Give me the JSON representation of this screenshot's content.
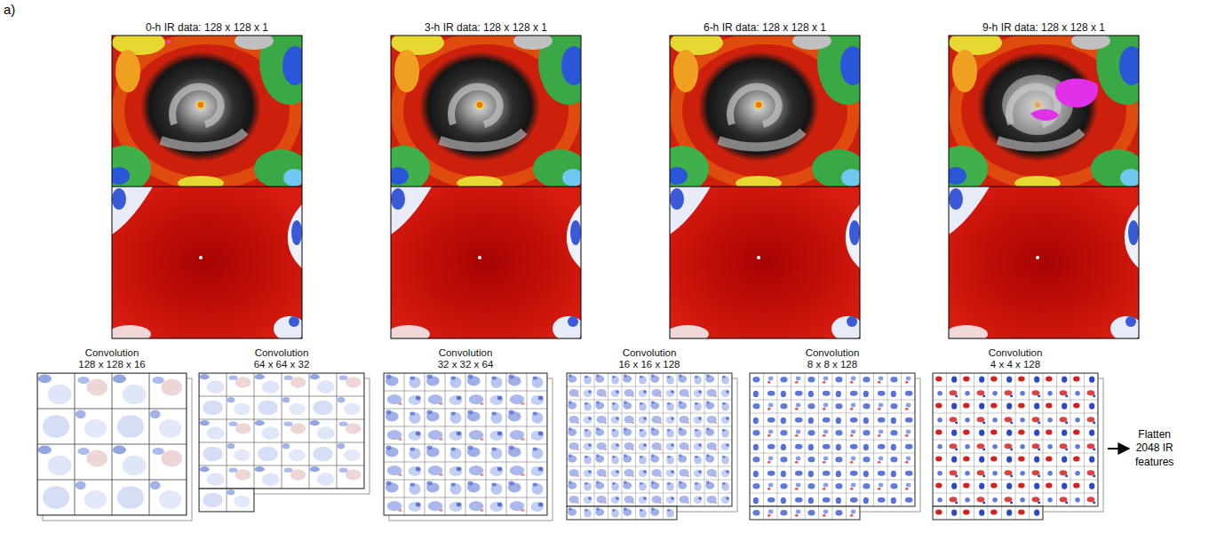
{
  "diagram": {
    "nodes": [
      {
        "text": [
          "0-h IR data: 128 x 128 x 1"
        ]
      },
      {
        "text": [
          "3-h IR data: 128 x 128 x 1"
        ]
      },
      {
        "text": [
          "6-h IR data: 128 x 128 x 1"
        ]
      },
      {
        "text": [
          "9-h IR data: 128 x 128 x 1"
        ]
      },
      {
        "text": [
          "Convolution",
          "128 x 128 x 16"
        ]
      },
      {
        "text": [
          "Convolution",
          "64 x 64 x 32"
        ]
      },
      {
        "text": [
          "Convolution",
          "32 x 32 x 64"
        ]
      },
      {
        "text": [
          "Convolution",
          "16 x 16 x 128"
        ]
      },
      {
        "text": [
          "Convolution",
          "8 x 8 x 128"
        ]
      },
      {
        "text": [
          "Convolution",
          "4 x 4 x 128"
        ]
      }
    ],
    "labels": [
      "a)",
      "Flatten 2048 IR features"
    ]
  }
}
